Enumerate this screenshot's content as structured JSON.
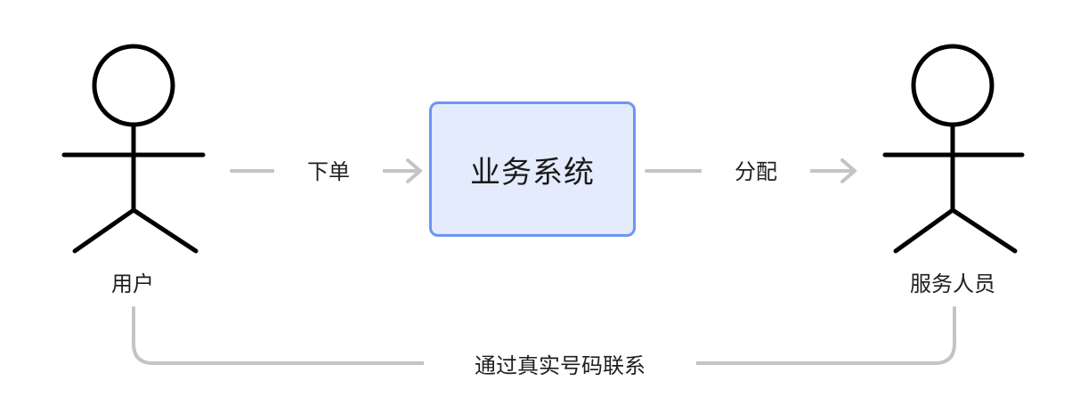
{
  "actors": {
    "user": {
      "label": "用户"
    },
    "staff": {
      "label": "服务人员"
    }
  },
  "system": {
    "label": "业务系统"
  },
  "edges": {
    "order": {
      "label": "下单"
    },
    "assign": {
      "label": "分配"
    },
    "contact": {
      "label": "通过真实号码联系"
    }
  },
  "colors": {
    "stroke": "#000000",
    "edge": "#c4c4c4",
    "box_fill": "#e3ebfc",
    "box_border": "#6b97f0",
    "text": "#1f1f1f"
  }
}
